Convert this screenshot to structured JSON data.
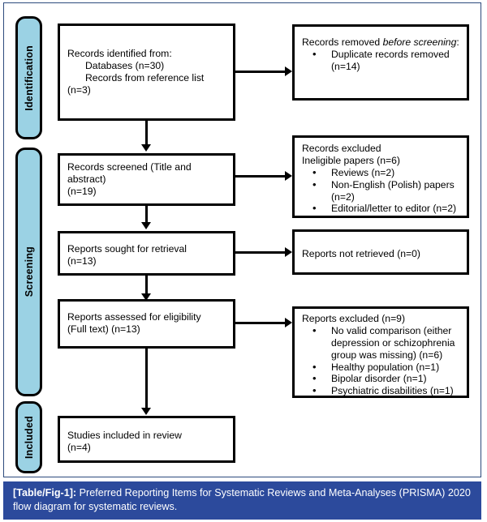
{
  "figure": {
    "caption_tag": "[Table/Fig-1]:",
    "caption_text": "Preferred Reporting Items for Systematic Reviews and Meta-Analyses (PRISMA) 2020 flow diagram for systematic reviews.",
    "caption_bar_color": "#2c4a9c",
    "caption_text_color": "#ffffff",
    "frame_border_color": "#2c4a7c",
    "stage_bar_color": "#9bd2e4",
    "box_border_color": "#000000",
    "box_fill_color": "#ffffff"
  },
  "stages": [
    {
      "id": "identification",
      "label": "Identification"
    },
    {
      "id": "screening",
      "label": "Screening"
    },
    {
      "id": "included",
      "label": "Included"
    }
  ],
  "boxes": {
    "records_identified": {
      "lines": [
        "Records identified from:",
        "Databases (n=30)",
        "Records from reference list",
        "(n=3)"
      ]
    },
    "records_removed": {
      "heading_plain": "Records removed ",
      "heading_italic": "before screening",
      "heading_suffix": ":",
      "bullets": [
        "Duplicate records removed (n=14)"
      ]
    },
    "records_screened": {
      "lines": [
        "Records screened (Title and abstract)",
        "(n=19)"
      ]
    },
    "records_excluded": {
      "heading": "Records excluded",
      "subheading": "Ineligible papers (n=6)",
      "bullets": [
        "Reviews (n=2)",
        "Non-English (Polish) papers (n=2)",
        "Editorial/letter to editor (n=2)"
      ]
    },
    "reports_sought": {
      "lines": [
        "Reports sought for retrieval",
        "(n=13)"
      ]
    },
    "reports_not_retrieved": {
      "lines": [
        "Reports not retrieved (n=0)"
      ]
    },
    "reports_assessed": {
      "lines": [
        "Reports assessed for eligibility",
        "(Full text) (n=13)"
      ]
    },
    "reports_excluded": {
      "heading": "Reports excluded (n=9)",
      "bullets": [
        "No valid comparison (either depression or schizophrenia group was missing) (n=6)",
        "Healthy population (n=1)",
        "Bipolar disorder (n=1)",
        "Psychiatric disabilities (n=1)"
      ]
    },
    "studies_included": {
      "lines": [
        "Studies included in review",
        "(n=4)"
      ]
    }
  }
}
